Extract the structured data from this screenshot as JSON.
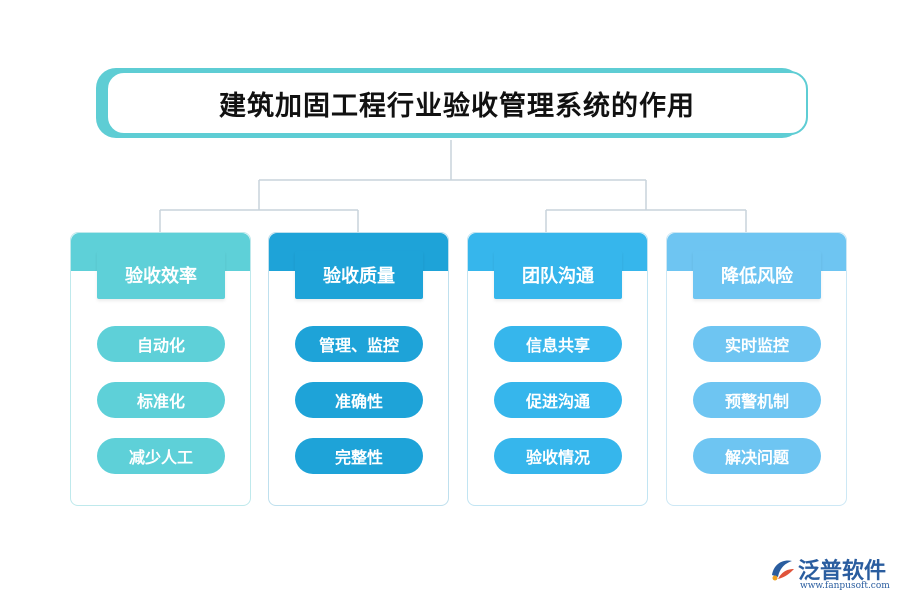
{
  "title": "建筑加固工程行业验收管理系统的作用",
  "categories": [
    {
      "header": "验收效率",
      "items": [
        "自动化",
        "标准化",
        "减少人工"
      ]
    },
    {
      "header": "验收质量",
      "items": [
        "管理、监控",
        "准确性",
        "完整性"
      ]
    },
    {
      "header": "团队沟通",
      "items": [
        "信息共享",
        "促进沟通",
        "验收情况"
      ]
    },
    {
      "header": "降低风险",
      "items": [
        "实时监控",
        "预警机制",
        "解决问题"
      ]
    }
  ],
  "logo": {
    "name": "泛普软件",
    "url": "www.fanpusoft.com",
    "icon": "fanpu-logo-icon"
  },
  "colors": {
    "title_border": "#5ecdd4",
    "card1": "#5ed0d8",
    "card2": "#1ea3d8",
    "card3": "#36b6ec",
    "card4": "#6ec5f2",
    "connector": "#c9d4dc"
  }
}
